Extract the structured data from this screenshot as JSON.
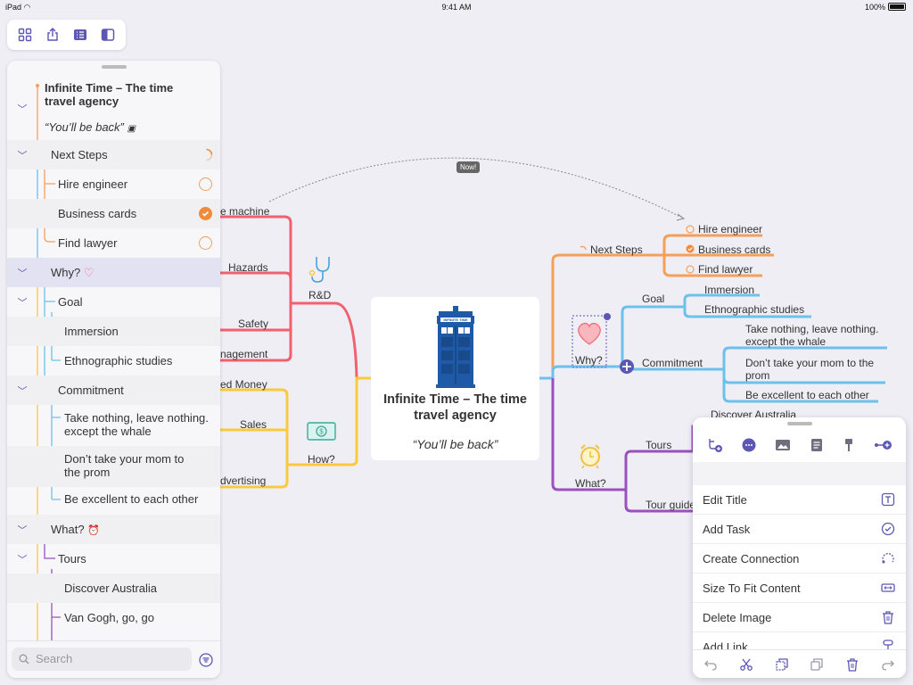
{
  "status": {
    "device": "iPad",
    "time": "9:41 AM",
    "battery": "100%"
  },
  "toolbar": {
    "icons": [
      "grid-icon",
      "share-icon",
      "outline-view-icon",
      "sidebar-icon"
    ]
  },
  "outline": {
    "root_title": "Infinite Time – The time travel agency",
    "root_subtitle": "“You’ll be back”",
    "items": [
      {
        "label": "Next Steps"
      },
      {
        "label": "Hire engineer",
        "done": false
      },
      {
        "label": "Business cards",
        "done": true
      },
      {
        "label": "Find lawyer",
        "done": false
      },
      {
        "label": "Why?"
      },
      {
        "label": "Goal"
      },
      {
        "label": "Immersion"
      },
      {
        "label": "Ethnographic studies"
      },
      {
        "label": "Commitment"
      },
      {
        "label": "Take nothing, leave nothing. except the whale"
      },
      {
        "label": "Don’t take your mom to the prom"
      },
      {
        "label": "Be excellent to each other"
      },
      {
        "label": "What?"
      },
      {
        "label": "Tours"
      },
      {
        "label": "Discover Australia"
      },
      {
        "label": "Van Gogh, go, go"
      }
    ],
    "search_placeholder": "Search"
  },
  "map": {
    "central_title": "Infinite Time – The time travel agency",
    "central_subtitle": "“You’ll be back”",
    "tardis_label": "INFINITE TIME",
    "connection_label": "Now!",
    "left": {
      "rd": "R&D",
      "time_machine": "e machine",
      "hazards": "Hazards",
      "safety": "Safety",
      "management": "nagement",
      "how": "How?",
      "money": "ed Money",
      "sales": "Sales",
      "advertising": "dvertising"
    },
    "right": {
      "next_steps": "Next Steps",
      "hire": "Hire engineer",
      "cards": "Business cards",
      "lawyer": "Find lawyer",
      "why": "Why?",
      "goal": "Goal",
      "immersion": "Immersion",
      "ethno": "Ethnographic studies",
      "commitment": "Commitment",
      "c1": "Take nothing, leave nothing. except the whale",
      "c2": "Don’t take your mom to the prom",
      "c3": "Be excellent to each other",
      "what": "What?",
      "tours": "Tours",
      "discover": "Discover Australia",
      "tourguide": "Tour guide"
    },
    "colors": {
      "orange": "#f5a05a",
      "red": "#f0606e",
      "yellow": "#f9c93e",
      "blue": "#6cc0ec",
      "purple": "#9b50c0",
      "accent": "#5b57b3"
    }
  },
  "context_menu": {
    "icons": [
      "add-subtopic-icon",
      "more-icon",
      "image-icon",
      "notes-icon",
      "style-brush-icon",
      "connect-icon"
    ],
    "items": [
      {
        "label": "Edit Title",
        "icon": "edit-title-icon"
      },
      {
        "label": "Add Task",
        "icon": "task-icon"
      },
      {
        "label": "Create Connection",
        "icon": "connection-icon"
      },
      {
        "label": "Size To Fit Content",
        "icon": "fit-icon"
      },
      {
        "label": "Delete Image",
        "icon": "trash-icon"
      },
      {
        "label": "Add Link",
        "icon": "link-icon"
      }
    ],
    "bottom_icons": [
      "undo-icon",
      "cut-icon",
      "copy-icon",
      "duplicate-icon",
      "delete-icon",
      "redo-icon"
    ]
  }
}
